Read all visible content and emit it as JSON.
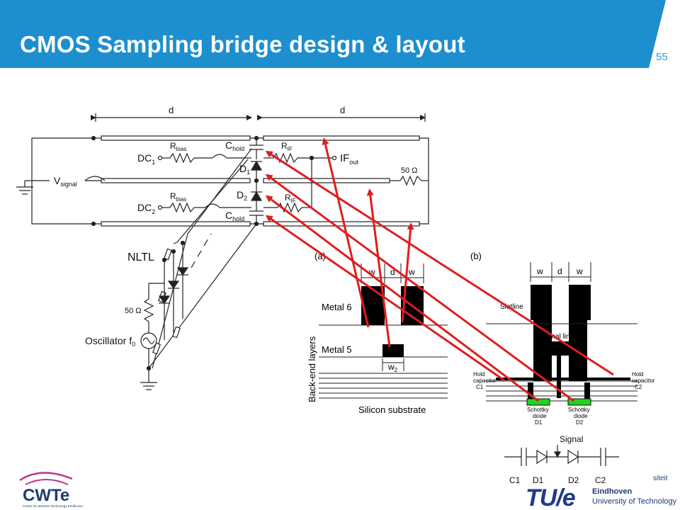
{
  "slide": {
    "title": "CMOS Sampling bridge design & layout",
    "page_number": "55",
    "accent_color": "#1d8fcf",
    "arrow_color": "#e01d1d",
    "diode_color": "#22d222"
  },
  "schematic": {
    "dim_left": "d",
    "dim_right": "d",
    "dc1": "DC",
    "dc1_sub": "1",
    "dc2": "DC",
    "dc2_sub": "2",
    "rbias": "R",
    "rbias_sub": "bias",
    "rbias2": "R",
    "rbias2_sub": "bias",
    "chold_top": "C",
    "chold_top_sub": "hold",
    "chold_bot": "C",
    "chold_bot_sub": "hold",
    "rif_top": "R",
    "rif_top_sub": "IF",
    "rif_bot": "R",
    "rif_bot_sub": "IF",
    "d1": "D",
    "d1_sub": "1",
    "d2": "D",
    "d2_sub": "2",
    "ifout": "IF",
    "ifout_sub": "out",
    "r50_right": "50 Ω",
    "vsignal": "V",
    "vsignal_sub": "signal",
    "nltl": "NLTL",
    "r50_osc": "50 Ω",
    "osc": "Oscillator f",
    "osc_sub": "0"
  },
  "section_a": {
    "label": "(a)",
    "w1": "w",
    "d": "d",
    "w2top": "w",
    "metal6": "Metal 6",
    "metal5": "Metal 5",
    "w2": "w",
    "w2_sub": "2",
    "backend": "Back-end layers",
    "substrate": "Silicon substrate"
  },
  "section_b": {
    "label": "(b)",
    "w1": "w",
    "d": "d",
    "w2": "w",
    "slotline": "Slotline",
    "signal_line": "Signal line",
    "hold_c1_l1": "Hold",
    "hold_c1_l2": "capacitor",
    "hold_c1_l3": "C1",
    "hold_c2_l1": "Hold",
    "hold_c2_l2": "capacitor",
    "hold_c2_l3": "C2",
    "sd1_l1": "Schottky",
    "sd1_l2": "diode",
    "sd1_l3": "D1",
    "sd2_l1": "Schottky",
    "sd2_l2": "diode",
    "sd2_l3": "D2"
  },
  "equivalent": {
    "signal": "Signal",
    "c1": "C1",
    "d1": "D1",
    "d2": "D2",
    "c2": "C2"
  },
  "logos": {
    "cwte": "CWTe",
    "cwte_sub": "Centre for Wireless Technology Eindhoven",
    "tue_mark": "TU/e",
    "tue_line0": "siteit",
    "tue_line1": "Eindhoven",
    "tue_line2": "University of Technology"
  }
}
